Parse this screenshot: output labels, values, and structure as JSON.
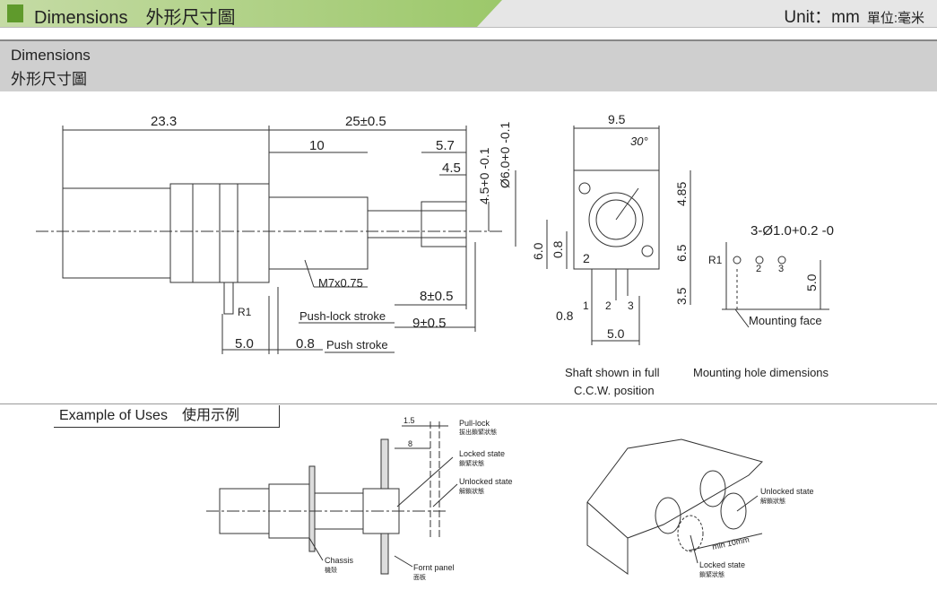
{
  "header": {
    "title": "Dimensions　外形尺寸圖",
    "unit": "Unit：mm",
    "unit_cn": "單位:毫米"
  },
  "section": {
    "title": "Dimensions",
    "title_cn": "外形尺寸圖"
  },
  "side_view": {
    "d_23_3": "23.3",
    "d_25": "25±0.5",
    "d_10": "10",
    "d_5_7": "5.7",
    "d_4_5": "4.5",
    "d_4_5_tol": "4.5+0 -0.1",
    "d_dia6": "Ø6.0+0 -0.1",
    "thread": "M7x0.75",
    "d_8": "8±0.5",
    "push_lock": "Push-lock stroke",
    "d_9": "9±0.5",
    "r1": "R1",
    "d_5_0": "5.0",
    "d_0_8": "0.8",
    "push_stroke": "Push stroke"
  },
  "front_view": {
    "d_9_5": "9.5",
    "angle": "30°",
    "d_4_85": "4.85",
    "d_6_0": "6.0",
    "d_0_8a": "0.8",
    "d_2": "2",
    "d_6_5": "6.5",
    "d_3_5": "3.5",
    "d_0_8b": "0.8",
    "pin1": "1",
    "pin2": "2",
    "pin3": "3",
    "d_5_0": "5.0",
    "caption1": "Shaft shown in full",
    "caption2": "C.C.W. position"
  },
  "hole_view": {
    "holes": "3-Ø1.0+0.2 -0",
    "r1": "R1",
    "p2": "2",
    "p3": "3",
    "d_5_0": "5.0",
    "mounting_face": "Mounting face",
    "caption": "Mounting hole dimensions"
  },
  "uses": {
    "title": "Example of Uses　使用示例",
    "d_1_5": "1.5",
    "d_8": "8",
    "pull_lock": "Pull-lock",
    "pull_lock_cn": "拔出鎖緊狀態",
    "locked": "Locked state",
    "locked_cn": "鎖緊狀態",
    "unlocked": "Unlocked state",
    "unlocked_cn": "解鎖狀態",
    "chassis": "Chassis",
    "chassis_cn": "機殼",
    "front_panel": "Fornt panel",
    "front_panel_cn": "面板",
    "min10": "min 10mm",
    "iso_unlocked": "Unlocked state",
    "iso_unlocked_cn": "解鎖狀態",
    "iso_locked": "Locked state",
    "iso_locked_cn": "鎖緊狀態"
  }
}
